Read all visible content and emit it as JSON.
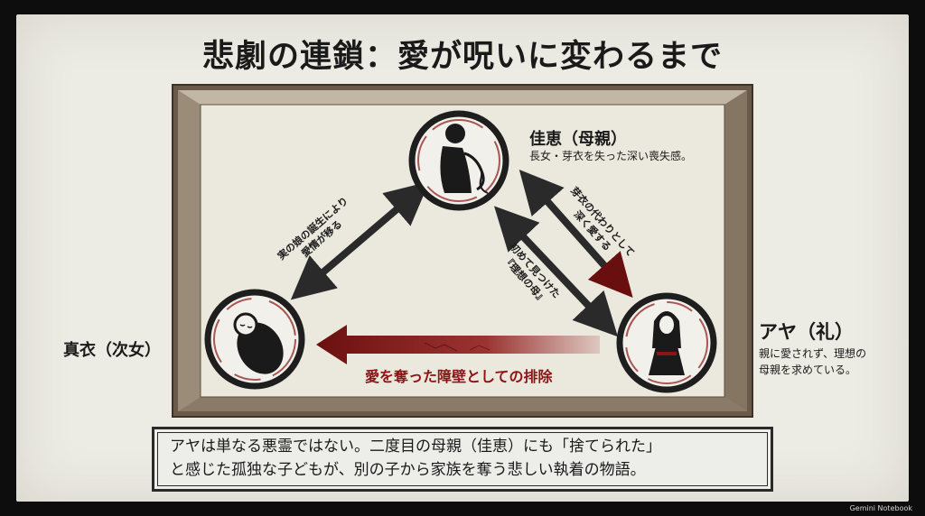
{
  "title": "悲劇の連鎖：愛が呪いに変わるまで",
  "nodes": {
    "kae": {
      "name": "佳恵（母親）",
      "desc": "長女・芽衣を失った深い喪失感。"
    },
    "mai": {
      "name": "真衣（次女）"
    },
    "aya": {
      "name": "アヤ（礼）",
      "desc_line1": "親に愛されず、理想の",
      "desc_line2": "母親を求めている。"
    }
  },
  "edges": {
    "kae_mai": {
      "line1": "実の娘の誕生により",
      "line2": "愛情が移る"
    },
    "kae_to_aya": {
      "line1": "芽衣の代わりとして",
      "line2": "深く愛する"
    },
    "aya_to_kae": {
      "line1": "初めて見つけた",
      "line2": "『理想の母』"
    },
    "aya_to_mai": {
      "label": "愛を奪った障壁としての排除"
    }
  },
  "summary": {
    "line1": "アヤは単なる悪霊ではない。二度目の母親（佳恵）にも「捨てられた」",
    "line2": "と感じた孤独な子どもが、別の子から家族を奪う悲しい執着の物語。"
  },
  "watermark": "Gemini Notebook",
  "colors": {
    "accent_red": "#8c1414",
    "ink": "#1a1a1a",
    "paper": "#ecebe4",
    "frame_wood": "#6e5d4b"
  }
}
